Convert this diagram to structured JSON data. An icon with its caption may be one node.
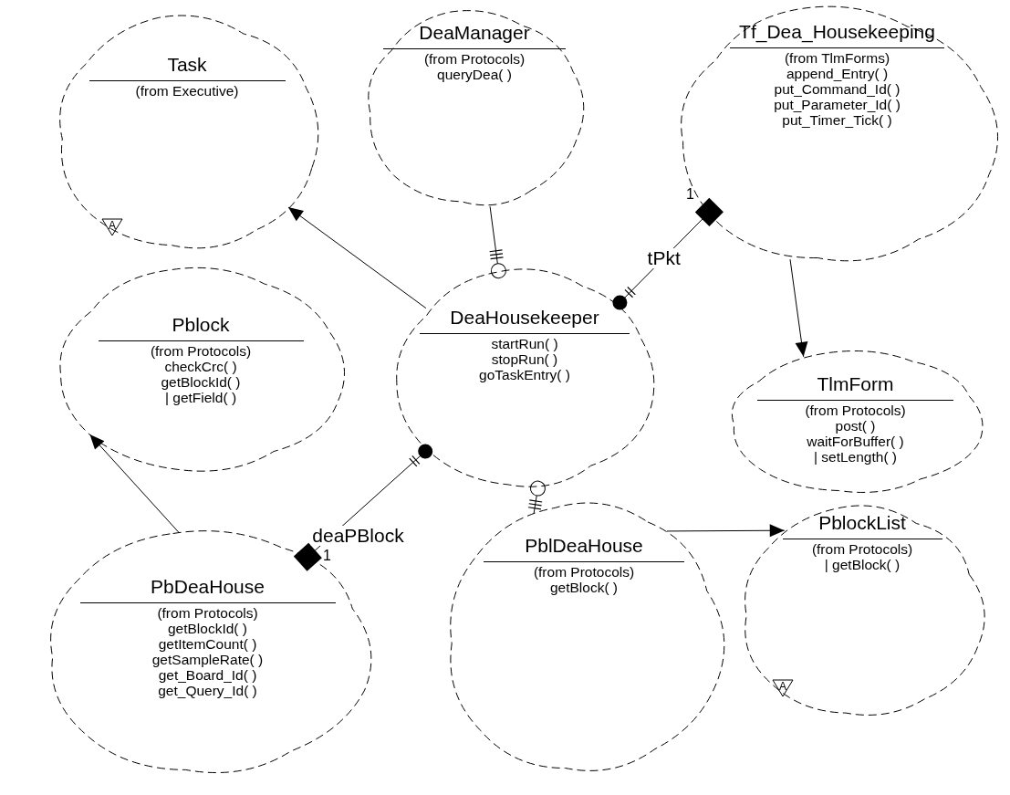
{
  "diagram": {
    "nodes": [
      {
        "text": [
          "Task",
          "(from Executive)"
        ]
      },
      {
        "text": [
          "DeaManager",
          "(from Protocols)",
          "queryDea( )"
        ]
      },
      {
        "text": [
          "Tf_Dea_Housekeeping",
          "(from TlmForms)",
          "append_Entry( )",
          "put_Command_Id( )",
          "put_Parameter_Id( )",
          "put_Timer_Tick( )"
        ]
      },
      {
        "text": [
          "Pblock",
          "(from Protocols)",
          "checkCrc( )",
          "getBlockId( )",
          "|  getField( )"
        ]
      },
      {
        "text": [
          "DeaHousekeeper",
          "startRun( )",
          "stopRun( )",
          "goTaskEntry( )"
        ]
      },
      {
        "text": [
          "TlmForm",
          "(from Protocols)",
          "post( )",
          "waitForBuffer( )",
          "|  setLength( )"
        ]
      },
      {
        "text": [
          "PbDeaHouse",
          "(from Protocols)",
          "getBlockId( )",
          "getItemCount( )",
          "getSampleRate( )",
          "get_Board_Id( )",
          "get_Query_Id( )"
        ]
      },
      {
        "text": [
          "PblDeaHouse",
          "(from Protocols)",
          "getBlock( )"
        ]
      },
      {
        "text": [
          "PblockList",
          "(from Protocols)",
          "|  getBlock( )"
        ]
      }
    ],
    "edges": [
      {
        "from": 4,
        "to": 0,
        "arrow": "to"
      },
      {
        "from": 1,
        "to": 4,
        "arrow": "other"
      },
      {
        "from": 2,
        "to": 4,
        "arrow": "other",
        "label": "tPkt"
      },
      {
        "from": 2,
        "to": 5,
        "arrow": "to"
      },
      {
        "from": 6,
        "to": 3,
        "arrow": "to"
      },
      {
        "from": 6,
        "to": 4,
        "arrow": "other",
        "label": "deaPBlock"
      },
      {
        "from": 7,
        "to": 4,
        "arrow": "other"
      },
      {
        "from": 7,
        "to": 8,
        "arrow": "to"
      }
    ],
    "labels": [
      "1",
      "A",
      "1",
      "A"
    ]
  }
}
